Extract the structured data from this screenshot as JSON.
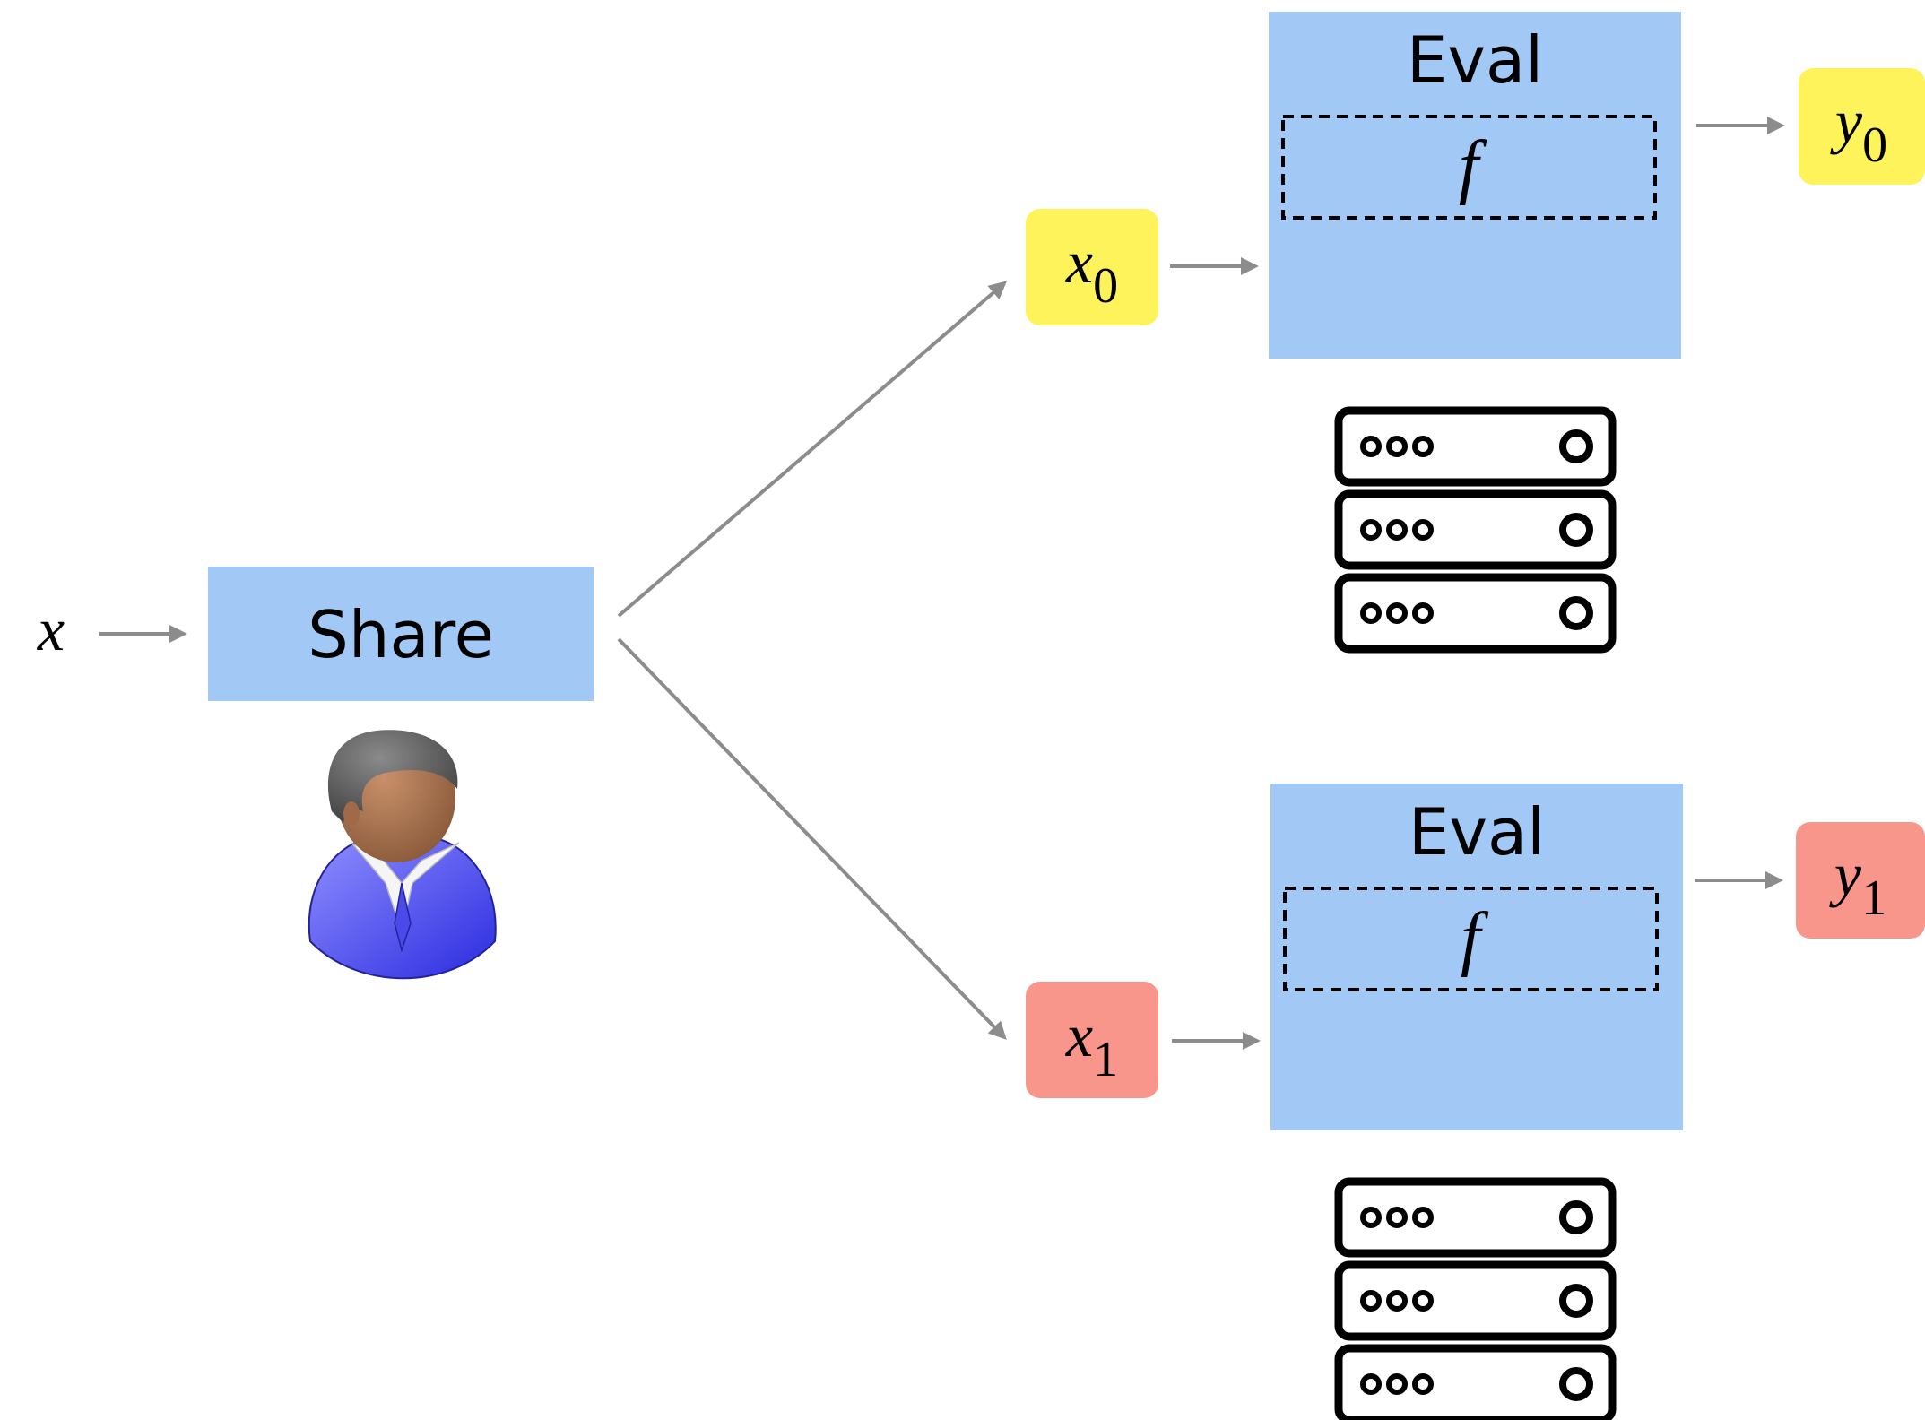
{
  "input": {
    "var": "x"
  },
  "share": {
    "label": "Share"
  },
  "shares": [
    {
      "var": "x",
      "sub": "0",
      "color": "#FFF35C"
    },
    {
      "var": "x",
      "sub": "1",
      "color": "#F8968C"
    }
  ],
  "evals": [
    {
      "label": "Eval",
      "func": "f"
    },
    {
      "label": "Eval",
      "func": "f"
    }
  ],
  "outputs": [
    {
      "var": "y",
      "sub": "0",
      "color": "#FFF35C"
    },
    {
      "var": "y",
      "sub": "1",
      "color": "#F8968C"
    }
  ],
  "icons": {
    "user": "user-icon",
    "server": "server-icon"
  },
  "colors": {
    "box_fill": "#A2C9F5",
    "arrow": "#8C8C8C",
    "share0": "#FFF35C",
    "share1": "#F8968C"
  }
}
